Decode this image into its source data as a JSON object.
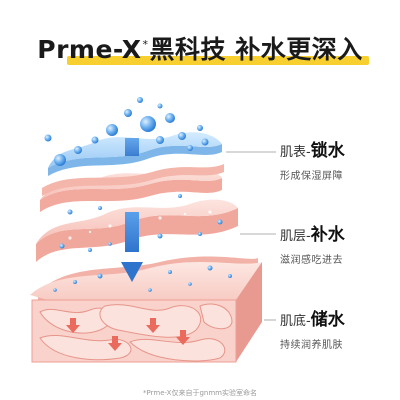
{
  "title": {
    "brand": "Prme-X",
    "sup": "*",
    "main": "黑科技 补水更深入"
  },
  "layers": [
    {
      "prefix": "肌表-",
      "strong": "锁水",
      "desc": "形成保湿屏障"
    },
    {
      "prefix": "肌层-",
      "strong": "补水",
      "desc": "滋润感吃进去"
    },
    {
      "prefix": "肌底-",
      "strong": "储水",
      "desc": "持续润养肌肤"
    }
  ],
  "footnote": "*Prme-X仅来自于gnmm实验室命名",
  "colors": {
    "highlight": "#f7cf2f",
    "arrow": "#3f86d8",
    "skin_top": "#f7c2bb",
    "droplet": "#4f9ee8"
  }
}
